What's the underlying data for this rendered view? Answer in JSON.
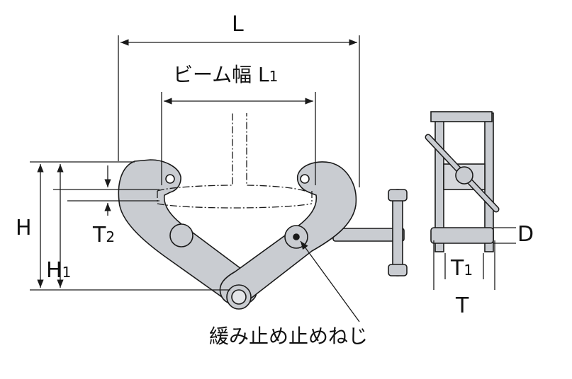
{
  "labels": {
    "L": "L",
    "beam_width": "ビーム幅 L",
    "beam_width_sub": "1",
    "H": "H",
    "H1": "H",
    "H1_sub": "1",
    "T2": "T",
    "T2_sub": "2",
    "D": "D",
    "T1": "T",
    "T1_sub": "1",
    "T": "T",
    "set_screw": "緩み止め止めねじ"
  },
  "colors": {
    "body_fill": "#c9ccd1",
    "line": "#1a1a1a"
  }
}
